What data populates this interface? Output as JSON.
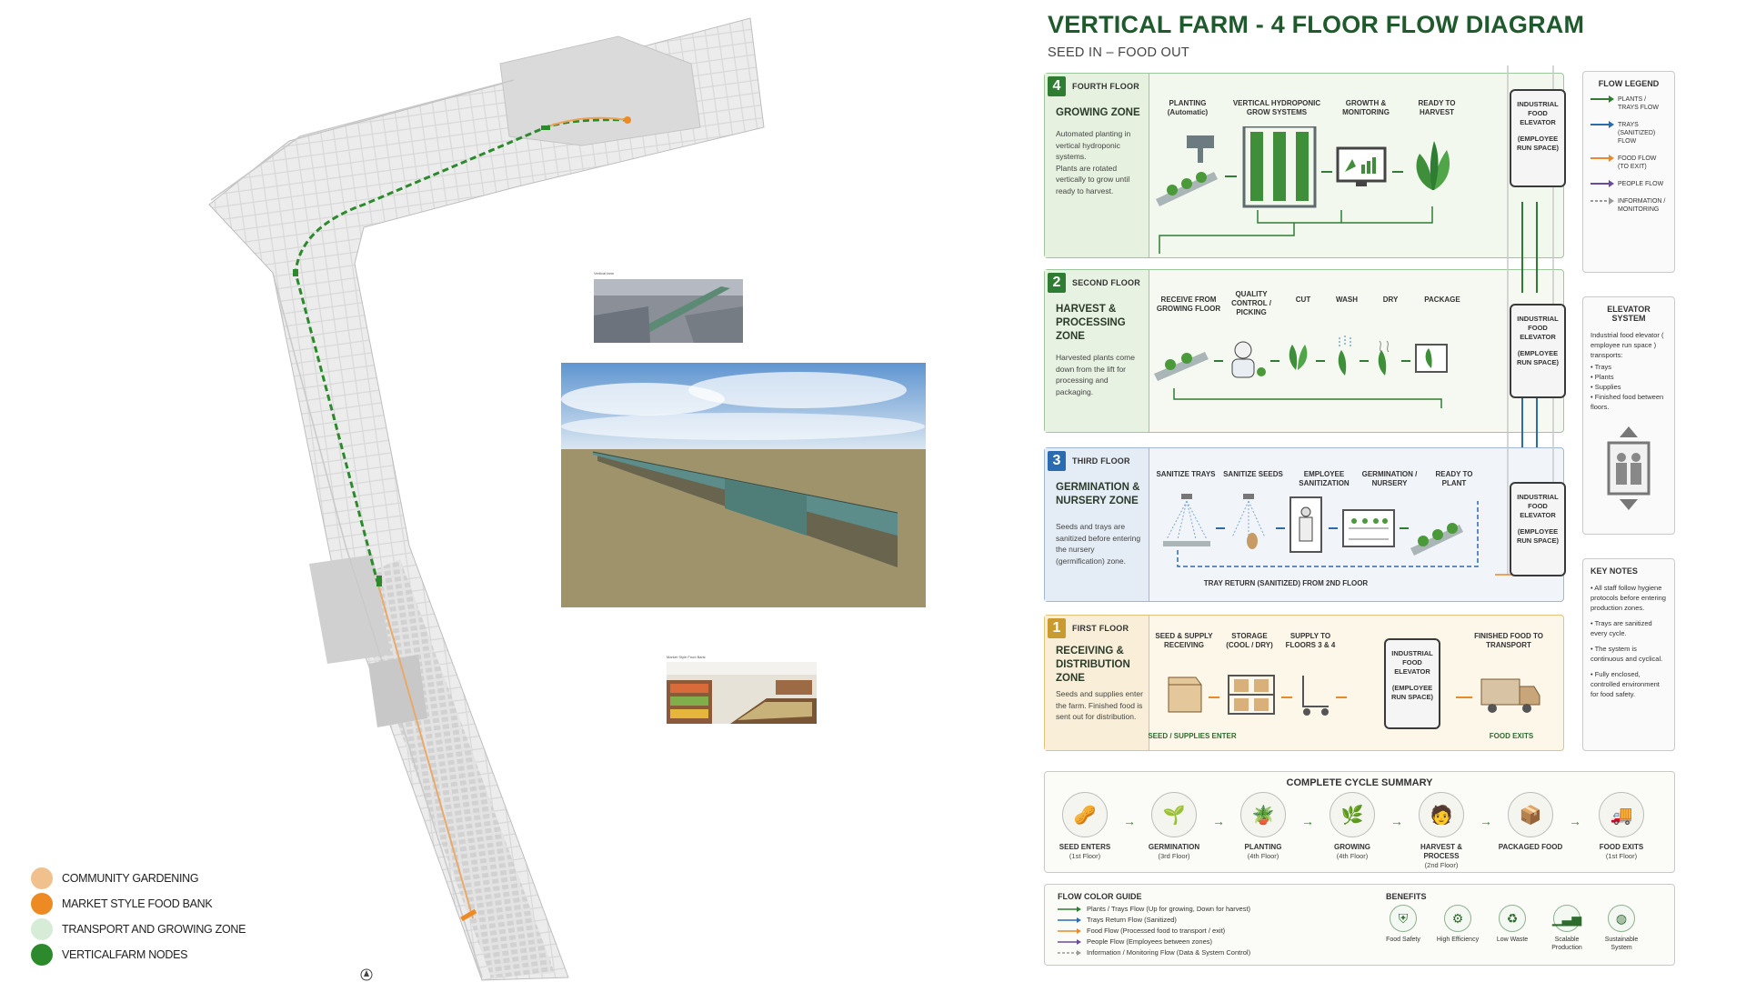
{
  "map": {
    "legend": [
      {
        "label": "COMMUNITY GARDENING",
        "color": "#f0c18c"
      },
      {
        "label": "MARKET STYLE FOOD BANK",
        "color": "#ee8a24"
      },
      {
        "label": "TRANSPORT AND GROWING ZONE",
        "color": "#d6ecd6"
      },
      {
        "label": "VERTICALFARM NODES",
        "color": "#2c8a2c"
      }
    ],
    "aerial_caption": "Vertical farm",
    "market_caption": "Market Style Food Bank"
  },
  "diagram": {
    "title": "VERTICAL FARM - 4 FLOOR FLOW DIAGRAM",
    "subtitle": "SEED IN – FOOD OUT",
    "colors": {
      "green": "#2e7d32",
      "blue": "#2b6cb0",
      "orange": "#e8892b",
      "purple": "#6a4c9c",
      "gray": "#9a9a9a"
    },
    "floors": [
      {
        "num": "4",
        "label": "FOURTH FLOOR",
        "zone": "GROWING ZONE",
        "desc": "Automated planting in vertical hydroponic systems.\nPlants are rotated vertically to grow until ready to harvest.",
        "steps": [
          "PLANTING (Automatic)",
          "VERTICAL HYDROPONIC GROW SYSTEMS",
          "GROWTH & MONITORING",
          "READY TO HARVEST"
        ]
      },
      {
        "num": "2",
        "label": "SECOND FLOOR",
        "zone": "HARVEST & PROCESSING ZONE",
        "desc": "Harvested plants come down from the lift for processing and packaging.",
        "steps": [
          "RECEIVE FROM GROWING FLOOR",
          "QUALITY CONTROL / PICKING",
          "CUT",
          "WASH",
          "DRY",
          "PACKAGE"
        ]
      },
      {
        "num": "3",
        "label": "THIRD FLOOR",
        "zone": "GERMINATION & NURSERY ZONE",
        "desc": "Seeds and trays are sanitized before entering the nursery (germification) zone.",
        "steps": [
          "SANITIZE TRAYS",
          "SANITIZE SEEDS",
          "EMPLOYEE SANITIZATION",
          "GERMINATION / NURSERY",
          "READY TO PLANT"
        ],
        "note": "TRAY RETURN (SANITIZED) FROM 2ND FLOOR"
      },
      {
        "num": "1",
        "label": "FIRST FLOOR",
        "zone": "RECEIVING & DISTRIBUTION ZONE",
        "desc": "Seeds and supplies enter the farm. Finished food is sent out for distribution.",
        "steps": [
          "SEED & SUPPLY RECEIVING",
          "STORAGE (COOL / DRY)",
          "SUPPLY TO FLOORS 3 & 4",
          "FINISHED FOOD TO TRANSPORT"
        ],
        "enter": "SEED / SUPPLIES ENTER",
        "exit": "FOOD EXITS"
      }
    ],
    "elevator": {
      "line1": "INDUSTRIAL FOOD ELEVATOR",
      "line2": "(EMPLOYEE RUN SPACE)"
    },
    "flow_legend": {
      "title": "FLOW LEGEND",
      "items": [
        {
          "label": "PLANTS / TRAYS FLOW",
          "color": "#2e7d32"
        },
        {
          "label": "TRAYS (SANITIZED) FLOW",
          "color": "#2b6cb0"
        },
        {
          "label": "FOOD FLOW (TO EXIT)",
          "color": "#e8892b"
        },
        {
          "label": "PEOPLE FLOW",
          "color": "#6a4c9c"
        },
        {
          "label": "INFORMATION / MONITORING",
          "color": "#9a9a9a"
        }
      ]
    },
    "elevator_system": {
      "title": "ELEVATOR SYSTEM",
      "intro": "Industrial food elevator ( employee run space ) transports:",
      "items": [
        "Trays",
        "Plants",
        "Supplies",
        "Finished food between floors."
      ]
    },
    "key_notes": {
      "title": "KEY NOTES",
      "items": [
        "All staff follow hygiene protocols before entering production zones.",
        "Trays are sanitized every cycle.",
        "The system is continuous and cyclical.",
        "Fully enclosed, controlled environment for food safety."
      ]
    },
    "summary": {
      "title": "COMPLETE CYCLE SUMMARY",
      "items": [
        {
          "label": "SEED ENTERS",
          "sub": "(1st Floor)"
        },
        {
          "label": "GERMINATION",
          "sub": "(3rd Floor)"
        },
        {
          "label": "PLANTING",
          "sub": "(4th Floor)"
        },
        {
          "label": "GROWING",
          "sub": "(4th Floor)"
        },
        {
          "label": "HARVEST & PROCESS",
          "sub": "(2nd Floor)"
        },
        {
          "label": "PACKAGED FOOD",
          "sub": ""
        },
        {
          "label": "FOOD EXITS",
          "sub": "(1st Floor)"
        }
      ]
    },
    "color_guide": {
      "title": "FLOW COLOR GUIDE",
      "items": [
        {
          "label": "Plants / Trays Flow (Up for growing, Down for harvest)",
          "color": "#2e7d32"
        },
        {
          "label": "Trays Return Flow (Sanitized)",
          "color": "#2b6cb0"
        },
        {
          "label": "Food Flow (Processed food to transport / exit)",
          "color": "#e8892b"
        },
        {
          "label": "People Flow (Employees between zones)",
          "color": "#6a4c9c"
        },
        {
          "label": "Information / Monitoring Flow (Data & System Control)",
          "color": "#9a9a9a"
        }
      ]
    },
    "benefits": {
      "title": "BENEFITS",
      "items": [
        {
          "label": "Food Safety",
          "icon": "shield-icon"
        },
        {
          "label": "High Efficiency",
          "icon": "gear-icon"
        },
        {
          "label": "Low Waste",
          "icon": "recycle-icon"
        },
        {
          "label": "Scalable Production",
          "icon": "growth-chart-icon"
        },
        {
          "label": "Sustainable System",
          "icon": "globe-icon"
        }
      ]
    }
  }
}
